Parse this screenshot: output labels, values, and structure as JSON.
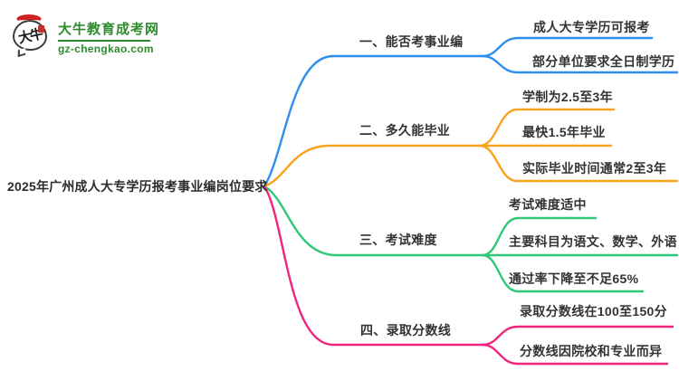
{
  "logo": {
    "icon_text": "大牛",
    "site_name": "大牛教育成考网",
    "site_url": "gz-chengkao.com",
    "brand_color": "#2e8b2f",
    "seal_color": "#cf2121"
  },
  "center": {
    "title": "2025年广州成人大专学历报考事业编岗位要求"
  },
  "branches": [
    {
      "label": "一、能否考事业编",
      "color": "#2e8ef0",
      "children": [
        {
          "label": "成人大专学历可报考"
        },
        {
          "label": "部分单位要求全日制学历"
        }
      ]
    },
    {
      "label": "二、多久能毕业",
      "color": "#faa21e",
      "children": [
        {
          "label": "学制为2.5至3年"
        },
        {
          "label": "最快1.5年毕业"
        },
        {
          "label": "实际毕业时间通常2至3年"
        }
      ]
    },
    {
      "label": "三、考试难度",
      "color": "#2ec878",
      "children": [
        {
          "label": "考试难度适中"
        },
        {
          "label": "主要科目为语文、数学、外语"
        },
        {
          "label": "通过率下降至不足65%"
        }
      ]
    },
    {
      "label": "四、录取分数线",
      "color": "#f0257d",
      "children": [
        {
          "label": "录取分数线在100至150分"
        },
        {
          "label": "分数线因院校和专业而异"
        }
      ]
    }
  ]
}
